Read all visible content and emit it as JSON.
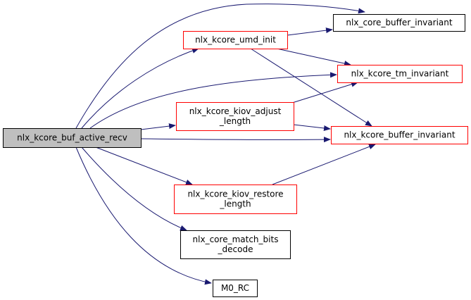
{
  "diagram": {
    "type": "call-graph",
    "edge_color": "#191970",
    "root": {
      "id": "root",
      "lines": [
        "nlx_kcore_buf_active_recv"
      ],
      "fill": "#bfbfbf",
      "border": "#000000"
    },
    "nodes": [
      {
        "id": "umd_init",
        "lines": [
          "nlx_kcore_umd_init"
        ],
        "border": "#ff0000"
      },
      {
        "id": "core_buffer_inv",
        "lines": [
          "nlx_core_buffer_invariant"
        ],
        "border": "#000000"
      },
      {
        "id": "tm_inv",
        "lines": [
          "nlx_kcore_tm_invariant"
        ],
        "border": "#ff0000"
      },
      {
        "id": "kiov_adjust",
        "lines": [
          "nlx_kcore_kiov_adjust",
          "_length"
        ],
        "border": "#ff0000"
      },
      {
        "id": "kcore_buffer_inv",
        "lines": [
          "nlx_kcore_buffer_invariant"
        ],
        "border": "#ff0000"
      },
      {
        "id": "kiov_restore",
        "lines": [
          "nlx_kcore_kiov_restore",
          "_length"
        ],
        "border": "#ff0000"
      },
      {
        "id": "match_bits",
        "lines": [
          "nlx_core_match_bits",
          "_decode"
        ],
        "border": "#000000"
      },
      {
        "id": "m0_rc",
        "lines": [
          "M0_RC"
        ],
        "border": "#000000"
      }
    ],
    "edges": [
      {
        "from": "root",
        "to": "core_buffer_inv"
      },
      {
        "from": "root",
        "to": "umd_init"
      },
      {
        "from": "root",
        "to": "tm_inv"
      },
      {
        "from": "root",
        "to": "kiov_adjust"
      },
      {
        "from": "root",
        "to": "kcore_buffer_inv"
      },
      {
        "from": "root",
        "to": "kiov_restore"
      },
      {
        "from": "root",
        "to": "match_bits"
      },
      {
        "from": "root",
        "to": "m0_rc"
      },
      {
        "from": "umd_init",
        "to": "core_buffer_inv"
      },
      {
        "from": "umd_init",
        "to": "tm_inv"
      },
      {
        "from": "umd_init",
        "to": "kcore_buffer_inv"
      },
      {
        "from": "kiov_adjust",
        "to": "tm_inv"
      },
      {
        "from": "kiov_adjust",
        "to": "kcore_buffer_inv"
      },
      {
        "from": "kiov_restore",
        "to": "kcore_buffer_inv"
      }
    ]
  }
}
